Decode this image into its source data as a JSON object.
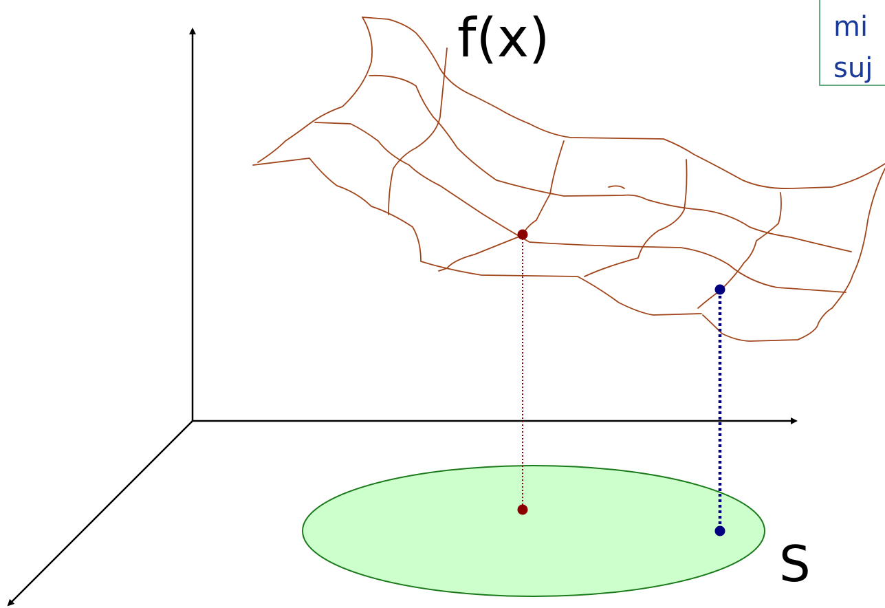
{
  "labels": {
    "function": "f(x)",
    "set": "S"
  },
  "note_box": {
    "line1": "mi",
    "line2": "suj"
  },
  "colors": {
    "surface": "#a0441a",
    "axes": "#000000",
    "set_fill": "#ccffcc",
    "set_stroke": "#1a7a1a",
    "point_red": "#8b0000",
    "point_blue": "#000080",
    "note_text": "#1a3a9a",
    "note_border": "#2e8b57"
  }
}
